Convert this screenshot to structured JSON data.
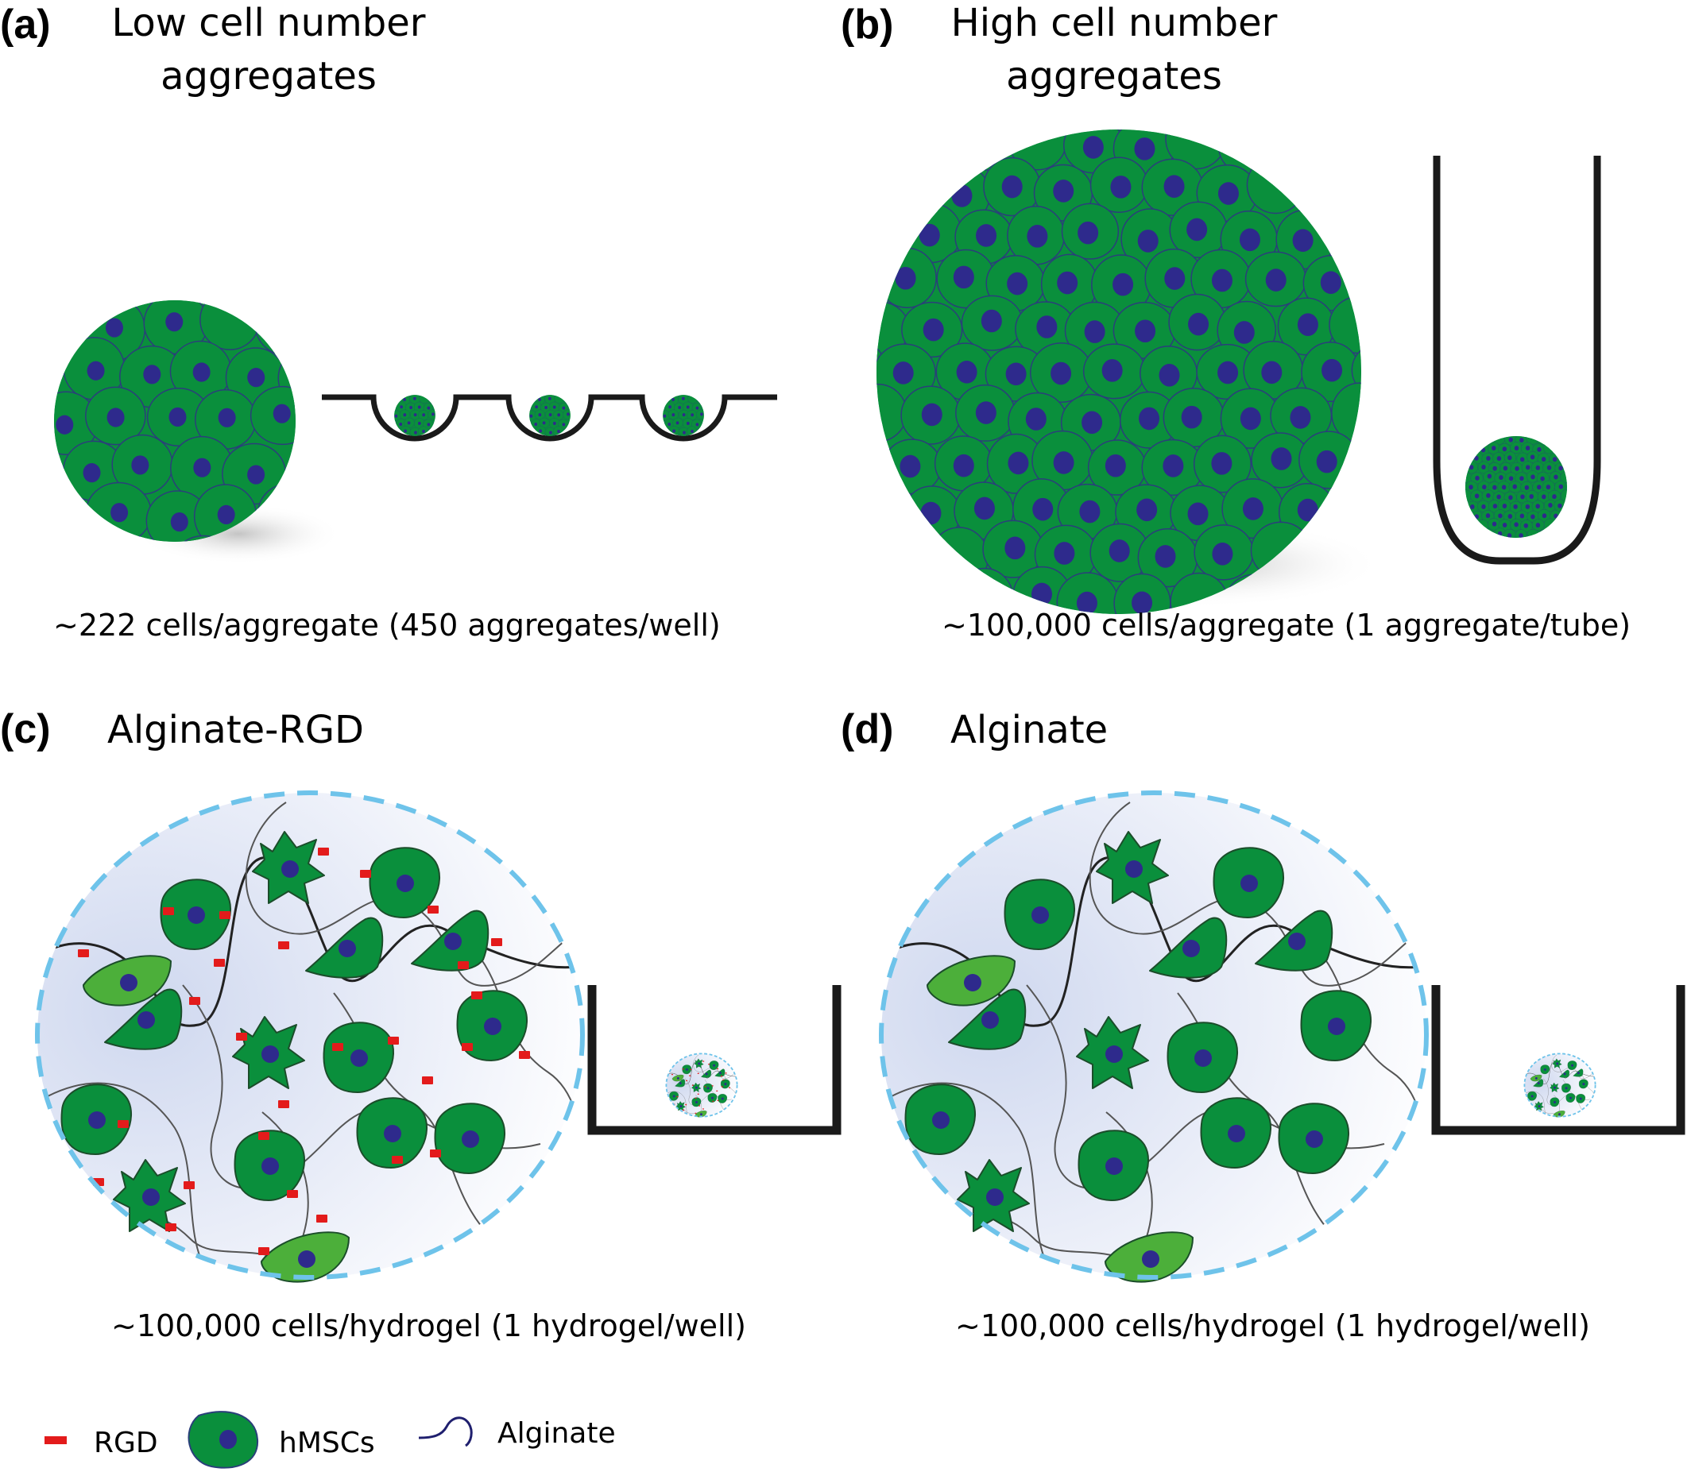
{
  "panels": {
    "a": {
      "letter": "(a)",
      "title_line1": "Low cell number",
      "title_line2": "aggregates",
      "caption": "~222 cells/aggregate (450 aggregates/well)"
    },
    "b": {
      "letter": "(b)",
      "title_line1": "High cell number",
      "title_line2": "aggregates",
      "caption": "~100,000 cells/aggregate (1 aggregate/tube)"
    },
    "c": {
      "letter": "(c)",
      "title": "Alginate-RGD",
      "caption": "~100,000 cells/hydrogel (1 hydrogel/well)"
    },
    "d": {
      "letter": "(d)",
      "title": "Alginate",
      "caption": "~100,000 cells/hydrogel (1 hydrogel/well)"
    }
  },
  "legend": {
    "rgd": "RGD",
    "cells": "hMSCs",
    "alginate": "Alginate"
  },
  "colors": {
    "cell_green": "#0a8f3c",
    "cell_light_green": "#4caf3a",
    "nucleus": "#2e2a8c",
    "cell_outline": "#2a3f7a",
    "rgd_red": "#e31b1b",
    "hydrogel_border": "#6ec3ea",
    "hydrogel_fill": "#dde3f3",
    "well_black": "#1a1a1a",
    "fiber_gray": "#555555",
    "alginate_fiber": "#1f1f6e"
  }
}
